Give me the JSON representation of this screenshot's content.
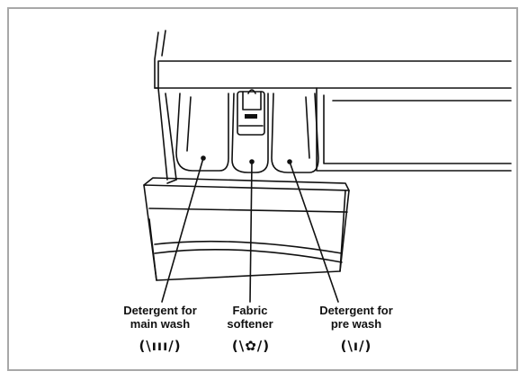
{
  "labels": {
    "main_wash": {
      "line1": "Detergent for",
      "line2": "main wash",
      "symbol": "(\\ııı/)",
      "icon": "main-wash-tub-symbol"
    },
    "softener": {
      "line1": "Fabric",
      "line2": "softener",
      "symbol": "(\\✿/)",
      "icon": "softener-flower-symbol"
    },
    "pre_wash": {
      "line1": "Detergent for",
      "line2": "pre wash",
      "symbol": "(\\ı/)",
      "icon": "pre-wash-tub-symbol"
    }
  },
  "colors": {
    "line": "#111111",
    "frame": "#a8a8a8",
    "background": "#ffffff"
  }
}
